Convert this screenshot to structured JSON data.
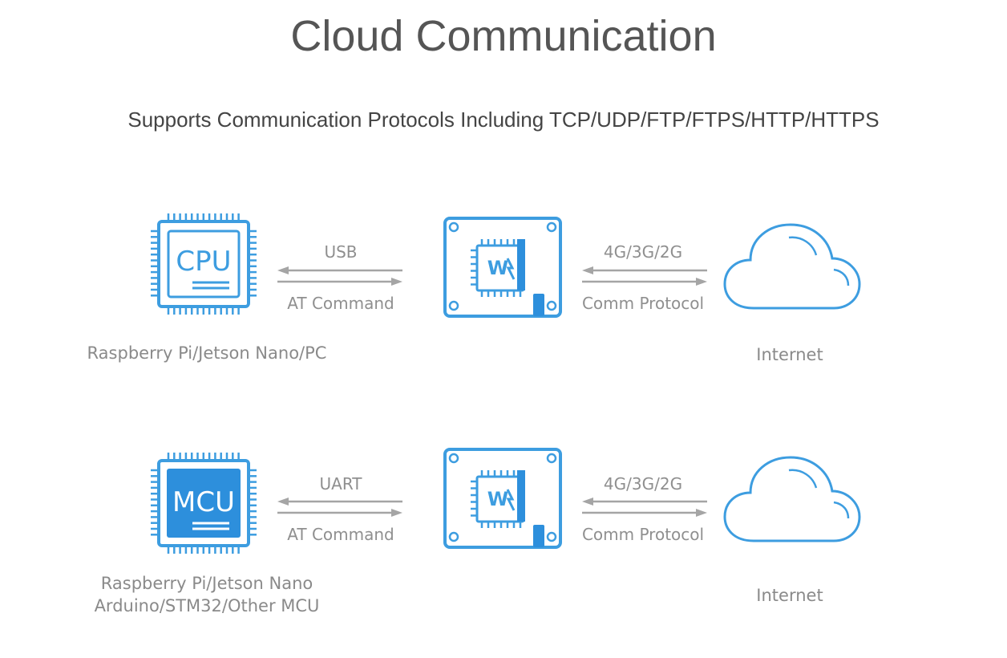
{
  "header": {
    "title": "Cloud Communication",
    "subtitle": "Supports Communication Protocols Including TCP/UDP/FTP/FTPS/HTTP/HTTPS"
  },
  "colors": {
    "accent": "#3d9de0",
    "chip_fill": "#2d8fdc",
    "arrow": "#a5a5a5",
    "text_gray": "#8f8f8f"
  },
  "rows": [
    {
      "host": {
        "chip_label": "CPU",
        "icon": "cpu-chip-icon",
        "caption_lines": [
          "Raspberry Pi/Jetson Nano/PC"
        ]
      },
      "link_left": {
        "top_label": "USB",
        "bottom_label": "AT Command"
      },
      "module": {
        "icon": "waveshare-module-icon"
      },
      "link_right": {
        "top_label": "4G/3G/2G",
        "bottom_label": "Comm Protocol"
      },
      "cloud": {
        "icon": "cloud-icon",
        "caption": "Internet"
      }
    },
    {
      "host": {
        "chip_label": "MCU",
        "icon": "mcu-chip-icon",
        "caption_lines": [
          "Raspberry Pi/Jetson Nano",
          "Arduino/STM32/Other MCU"
        ]
      },
      "link_left": {
        "top_label": "UART",
        "bottom_label": "AT Command"
      },
      "module": {
        "icon": "waveshare-module-icon"
      },
      "link_right": {
        "top_label": "4G/3G/2G",
        "bottom_label": "Comm Protocol"
      },
      "cloud": {
        "icon": "cloud-icon",
        "caption": "Internet"
      }
    }
  ]
}
